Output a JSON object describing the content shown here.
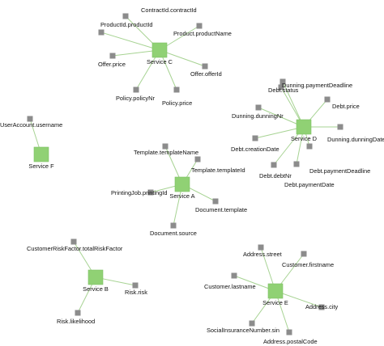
{
  "diagram": {
    "colors": {
      "service": "#90d174",
      "attribute": "#8c8c8c",
      "edge": "#a7d393",
      "text": "#111111"
    },
    "services": [
      {
        "id": "C",
        "label": "Service C",
        "attributes": [
          {
            "id": "c1",
            "label": "ContractId.contractId"
          },
          {
            "id": "c2",
            "label": "ProductId.productId"
          },
          {
            "id": "c3",
            "label": "Product.productName"
          },
          {
            "id": "c4",
            "label": "Offer.price"
          },
          {
            "id": "c5",
            "label": "Offer.offerId"
          },
          {
            "id": "c6",
            "label": "Policy.policyNr"
          },
          {
            "id": "c7",
            "label": "Policy.price"
          }
        ]
      },
      {
        "id": "D",
        "label": "Service D",
        "attributes": [
          {
            "id": "d1",
            "label": "Dunning.paymentDeadline"
          },
          {
            "id": "d2",
            "label": "Debt.status"
          },
          {
            "id": "d3",
            "label": "Debt.price"
          },
          {
            "id": "d4",
            "label": "Dunning.dunningNr"
          },
          {
            "id": "d5",
            "label": "Dunning.dunningDate"
          },
          {
            "id": "d6",
            "label": "Debt.creationDate"
          },
          {
            "id": "d7",
            "label": "Debt.debtNr"
          },
          {
            "id": "d8",
            "label": "Debt.paymentDeadline"
          },
          {
            "id": "d9",
            "label": "Debt.paymentDate"
          }
        ]
      },
      {
        "id": "F",
        "label": "Service F",
        "attributes": [
          {
            "id": "f1",
            "label": "UserAccount.username"
          }
        ]
      },
      {
        "id": "A",
        "label": "Service A",
        "attributes": [
          {
            "id": "a1",
            "label": "Template.templateName"
          },
          {
            "id": "a2",
            "label": "Template.templateId"
          },
          {
            "id": "a3",
            "label": "PrintingJob.printingId"
          },
          {
            "id": "a4",
            "label": "Document.template"
          },
          {
            "id": "a5",
            "label": "Document.source"
          }
        ]
      },
      {
        "id": "B",
        "label": "Service B",
        "attributes": [
          {
            "id": "b1",
            "label": "CustomerRiskFactor.totalRiskFactor"
          },
          {
            "id": "b2",
            "label": "Risk.risk"
          },
          {
            "id": "b3",
            "label": "Risk.likelihood"
          }
        ]
      },
      {
        "id": "E",
        "label": "Service E",
        "attributes": [
          {
            "id": "e1",
            "label": "Address.street"
          },
          {
            "id": "e2",
            "label": "Customer.firstname"
          },
          {
            "id": "e3",
            "label": "Customer.lastname"
          },
          {
            "id": "e4",
            "label": "Address.city"
          },
          {
            "id": "e5",
            "label": "SocialInsuranceNumber.sin"
          },
          {
            "id": "e6",
            "label": "Address.postalCode"
          }
        ]
      }
    ]
  }
}
